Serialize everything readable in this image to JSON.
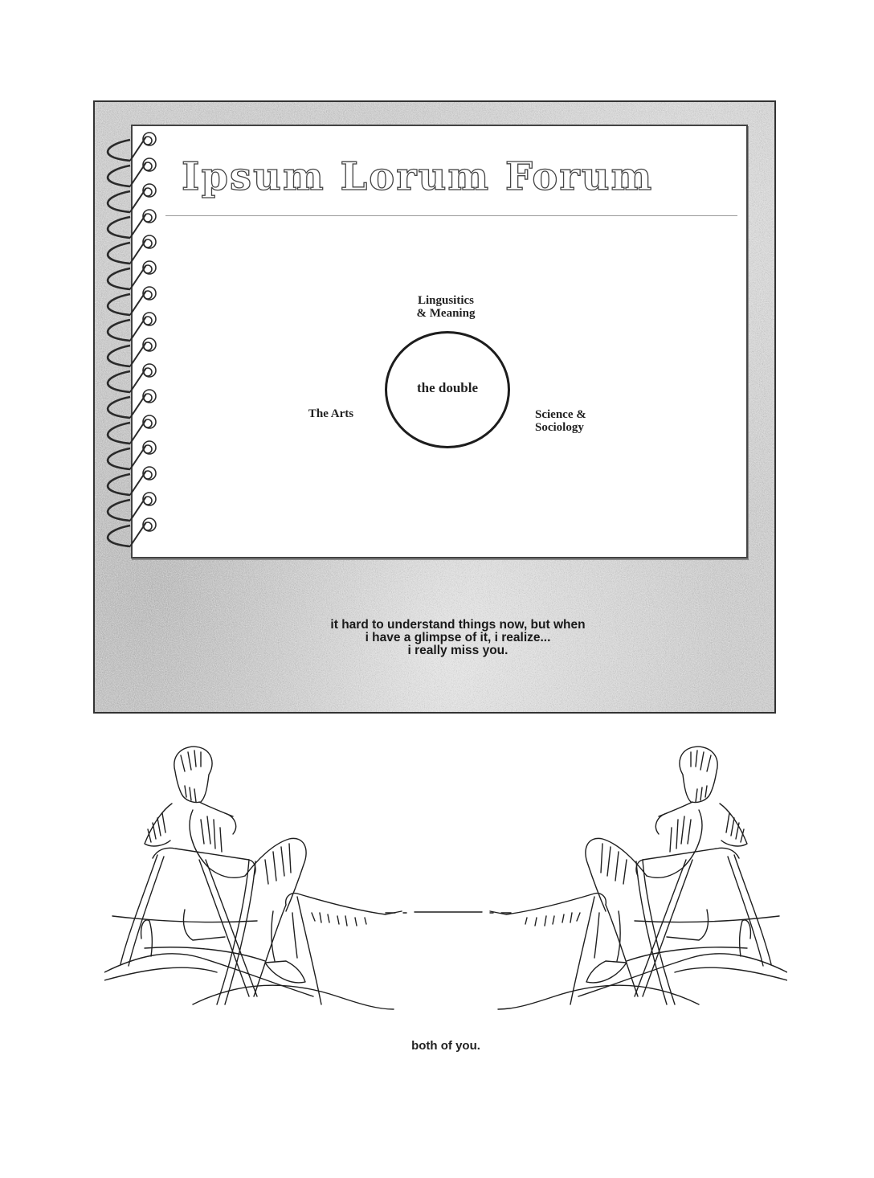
{
  "notebook": {
    "title": "Ipsum Lorum Forum",
    "ring_count": 16
  },
  "diagram": {
    "center": "the double",
    "nodes": [
      {
        "position": "top",
        "lines": [
          "Lingusitics",
          "& Meaning"
        ]
      },
      {
        "position": "left",
        "lines": [
          "The Arts"
        ]
      },
      {
        "position": "right",
        "lines": [
          "Science &",
          "Sociology"
        ]
      }
    ]
  },
  "caption": {
    "lines": [
      "it hard to understand things now, but when",
      "i have a glimpse of it, i realize...",
      "i really miss you."
    ]
  },
  "illustration": {
    "description": "two mirrored figures seated in folding chairs facing each other"
  },
  "footer": {
    "text": "both of you."
  },
  "colors": {
    "frame_noise": "#bdbdbd",
    "ink": "#1d1d1d",
    "page": "#ffffff"
  }
}
